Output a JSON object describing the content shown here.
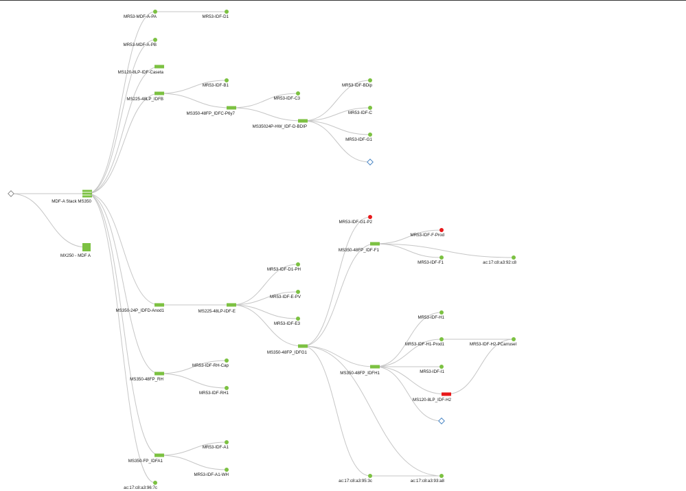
{
  "colors": {
    "online": "#7cc142",
    "alert": "#e8191b",
    "unknown_stroke": "#4a86c5",
    "root_stroke": "#8c8c8c",
    "link": "#c6c6c6"
  },
  "nodes": [
    {
      "id": "root",
      "type": "root-diamond",
      "label": ""
    },
    {
      "id": "mdf",
      "type": "stack",
      "status": "online",
      "label": "MDF-A Stack MS350"
    },
    {
      "id": "mx250",
      "type": "appliance",
      "status": "online",
      "label": "MX250 - MDF A"
    },
    {
      "id": "mdfpa",
      "type": "ap",
      "status": "online",
      "label": "MR53-MDF-A-PA"
    },
    {
      "id": "idfd1",
      "type": "ap",
      "status": "online",
      "label": "MR53-IDF-D1"
    },
    {
      "id": "mdfpb",
      "type": "ap",
      "status": "online",
      "label": "MR53-MDF-A-PB"
    },
    {
      "id": "ms120caseta",
      "type": "switch",
      "status": "online",
      "label": "MS120-8LP-IDF-Caseta"
    },
    {
      "id": "ms225b",
      "type": "switch",
      "status": "online",
      "label": "MS225-48LP_IDFB"
    },
    {
      "id": "idfb1",
      "type": "ap",
      "status": "online",
      "label": "MR53-IDF-B1"
    },
    {
      "id": "ms350c",
      "type": "switch",
      "status": "online",
      "label": "MS350-48FP_IDFC-P6y7"
    },
    {
      "id": "idfc3",
      "type": "ap",
      "status": "online",
      "label": "MR53-IDF-C3"
    },
    {
      "id": "ms350d",
      "type": "switch",
      "status": "online",
      "label": "MS35024P-HW_IDF-D-BDIP"
    },
    {
      "id": "idfbdip",
      "type": "ap",
      "status": "online",
      "label": "MR53-IDF-BDip"
    },
    {
      "id": "idfc",
      "type": "ap",
      "status": "online",
      "label": "MR53-IDF-C"
    },
    {
      "id": "idfg1",
      "type": "ap",
      "status": "online",
      "label": "MR53-IDF-G1"
    },
    {
      "id": "unk1",
      "type": "unknown",
      "label": ""
    },
    {
      "id": "ms350rh",
      "type": "switch",
      "status": "online",
      "label": "MS350-48FP_RH"
    },
    {
      "id": "rhcap",
      "type": "ap",
      "status": "online",
      "label": "MR53-IDF-RH-Cap"
    },
    {
      "id": "rh1",
      "type": "ap",
      "status": "online",
      "label": "MR53-IDF-RH1"
    },
    {
      "id": "ms350a1",
      "type": "switch",
      "status": "online",
      "label": "MS350-FP_IDFA1"
    },
    {
      "id": "idfa1",
      "type": "ap",
      "status": "online",
      "label": "MR53-IDF-A1"
    },
    {
      "id": "idfa1wh",
      "type": "ap",
      "status": "online",
      "label": "MR53-IDF-A1-WH"
    },
    {
      "id": "mac96",
      "type": "ap",
      "status": "online",
      "label": "ac:17:c8:a3:96:7c"
    },
    {
      "id": "ms350anod",
      "type": "switch",
      "status": "online",
      "label": "MS350-24P_IDFD-Anod1"
    },
    {
      "id": "ms225e",
      "type": "switch",
      "status": "online",
      "label": "MS225-48LP-IDF-E"
    },
    {
      "id": "d1ph",
      "type": "ap",
      "status": "online",
      "label": "MR53-IDF-D1-PH"
    },
    {
      "id": "epv",
      "type": "ap",
      "status": "online",
      "label": "MR53-IDF-E-PV"
    },
    {
      "id": "e3",
      "type": "ap",
      "status": "online",
      "label": "MR53-IDF-E3"
    },
    {
      "id": "ms350g1",
      "type": "switch",
      "status": "online",
      "label": "MS350-48FP_IDFG1"
    },
    {
      "id": "g1p2",
      "type": "ap",
      "status": "alert",
      "label": "MR53-IDF-G1-P2"
    },
    {
      "id": "ms350f1",
      "type": "switch",
      "status": "online",
      "label": "MS350-48FP_IDF-F1"
    },
    {
      "id": "fprod",
      "type": "ap",
      "status": "alert",
      "label": "MR53-IDF-F-Prod"
    },
    {
      "id": "f1",
      "type": "ap",
      "status": "online",
      "label": "MR53-IDF-F1"
    },
    {
      "id": "mac92",
      "type": "ap",
      "status": "online",
      "label": "ac:17:c8:a3:92:c8"
    },
    {
      "id": "ms350h1",
      "type": "switch",
      "status": "online",
      "label": "MS350-48FP_IDFH1"
    },
    {
      "id": "h1",
      "type": "ap",
      "status": "online",
      "label": "MR53-IDF-H1"
    },
    {
      "id": "h1prod",
      "type": "ap",
      "status": "online",
      "label": "MR53-IDF-H1-Prod1"
    },
    {
      "id": "h2pc",
      "type": "ap",
      "status": "online",
      "label": "MR53-IDF-H2-PCarrusel"
    },
    {
      "id": "i1",
      "type": "ap",
      "status": "online",
      "label": "MR53-IDF-I1"
    },
    {
      "id": "ms120h2",
      "type": "switch",
      "status": "alert",
      "label": "MS120-8LP_IDF-H2"
    },
    {
      "id": "unk2",
      "type": "unknown",
      "label": ""
    },
    {
      "id": "mac95",
      "type": "ap",
      "status": "online",
      "label": "ac:17:c8:a3:95:3c"
    },
    {
      "id": "mac93",
      "type": "ap",
      "status": "online",
      "label": "ac:17:c8:a3:93:a8"
    }
  ],
  "links": [
    [
      "root",
      "mdf"
    ],
    [
      "root",
      "mx250"
    ],
    [
      "mdf",
      "mdfpa"
    ],
    [
      "mdfpa",
      "idfd1"
    ],
    [
      "mdf",
      "mdfpb"
    ],
    [
      "mdf",
      "ms120caseta"
    ],
    [
      "mdf",
      "ms225b"
    ],
    [
      "ms225b",
      "idfb1"
    ],
    [
      "ms225b",
      "ms350c"
    ],
    [
      "ms350c",
      "idfc3"
    ],
    [
      "ms350c",
      "ms350d"
    ],
    [
      "ms350d",
      "idfbdip"
    ],
    [
      "ms350d",
      "idfc"
    ],
    [
      "ms350d",
      "idfg1"
    ],
    [
      "ms350d",
      "unk1"
    ],
    [
      "mdf",
      "ms350anod"
    ],
    [
      "mdf",
      "ms350rh"
    ],
    [
      "mdf",
      "ms350a1"
    ],
    [
      "mdf",
      "mac96"
    ],
    [
      "ms350rh",
      "rhcap"
    ],
    [
      "ms350rh",
      "rh1"
    ],
    [
      "ms350a1",
      "idfa1"
    ],
    [
      "ms350a1",
      "idfa1wh"
    ],
    [
      "ms350anod",
      "ms225e"
    ],
    [
      "ms225e",
      "d1ph"
    ],
    [
      "ms225e",
      "epv"
    ],
    [
      "ms225e",
      "e3"
    ],
    [
      "ms225e",
      "ms350g1"
    ],
    [
      "ms350g1",
      "g1p2"
    ],
    [
      "ms350g1",
      "ms350f1"
    ],
    [
      "ms350g1",
      "ms350h1"
    ],
    [
      "ms350g1",
      "mac95"
    ],
    [
      "ms350g1",
      "mac93"
    ],
    [
      "ms350f1",
      "fprod"
    ],
    [
      "ms350f1",
      "f1"
    ],
    [
      "ms350f1",
      "mac92"
    ],
    [
      "ms350h1",
      "h1"
    ],
    [
      "ms350h1",
      "h1prod"
    ],
    [
      "ms350h1",
      "i1"
    ],
    [
      "ms350h1",
      "ms120h2"
    ],
    [
      "ms350h1",
      "unk2"
    ],
    [
      "h1prod",
      "h2pc"
    ],
    [
      "ms120h2",
      "h2pc"
    ],
    [
      "mac95",
      "mac93"
    ]
  ]
}
